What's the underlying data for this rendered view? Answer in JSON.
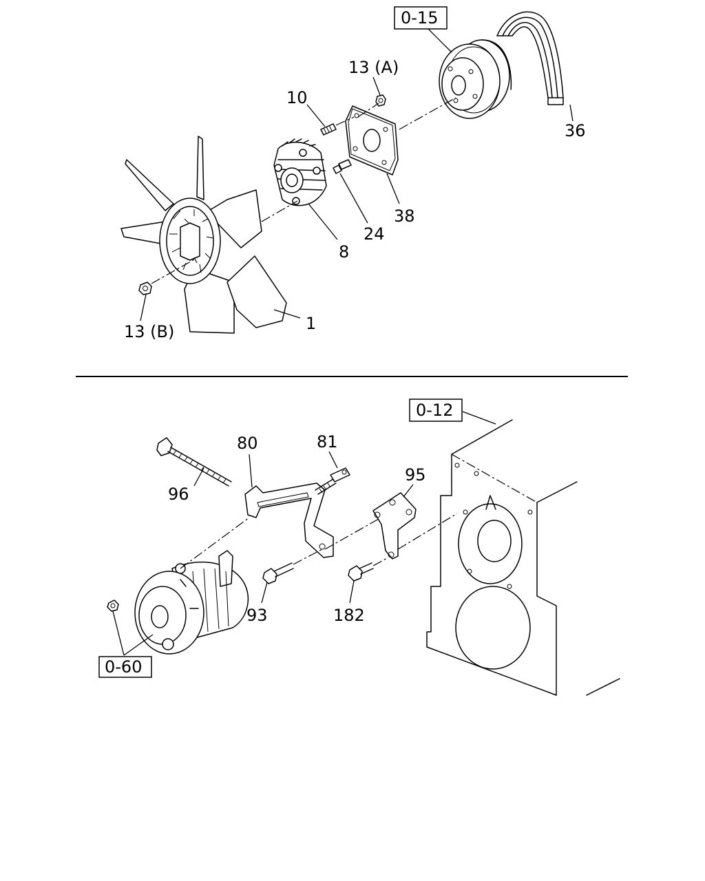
{
  "upper_assembly": {
    "references": {
      "pulley": "0-15"
    },
    "parts": {
      "fan": "1",
      "fan_clutch": "8",
      "stud": "10",
      "nut_a": "13 (A)",
      "nut_b": "13 (B)",
      "bolt": "24",
      "belt": "36",
      "spacer_plate": "38"
    }
  },
  "lower_assembly": {
    "references": {
      "engine_block": "0-12",
      "alternator": "0-60"
    },
    "parts": {
      "adjusting_bracket": "80",
      "sleeve_bolt": "81",
      "bolt_93": "93",
      "bracket_95": "95",
      "long_bolt": "96",
      "bolt_182": "182"
    }
  }
}
